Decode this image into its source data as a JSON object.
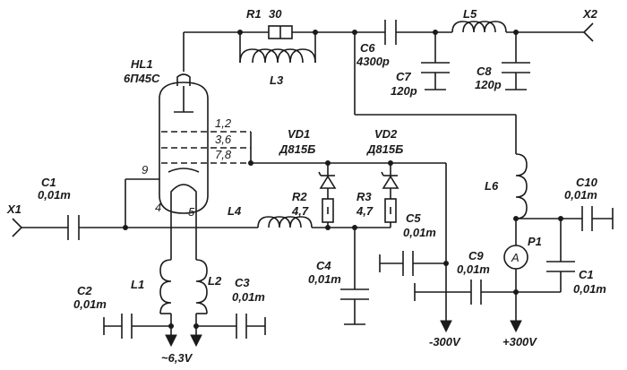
{
  "terminals": {
    "x1": "X1",
    "x2": "X2"
  },
  "tube": {
    "ref": "HL1",
    "type": "6П45С"
  },
  "pins": {
    "p12": "1,2",
    "p36": "3,6",
    "p78": "7,8",
    "p9": "9",
    "p4": "4",
    "p5": "5"
  },
  "r1": {
    "ref": "R1",
    "value": "30"
  },
  "r2": {
    "ref": "R2",
    "value": "4,7"
  },
  "r3": {
    "ref": "R3",
    "value": "4,7"
  },
  "l3": {
    "ref": "L3"
  },
  "l4": {
    "ref": "L4"
  },
  "l5": {
    "ref": "L5"
  },
  "l6": {
    "ref": "L6"
  },
  "l1": {
    "ref": "L1"
  },
  "l2": {
    "ref": "L2"
  },
  "c6": {
    "ref": "C6",
    "value": "4300p"
  },
  "c7": {
    "ref": "C7",
    "value": "120p"
  },
  "c8": {
    "ref": "C8",
    "value": "120p"
  },
  "c1a": {
    "ref": "C1",
    "value": "0,01m"
  },
  "c1b": {
    "ref": "C1",
    "value": "0,01m"
  },
  "c2": {
    "ref": "C2",
    "value": "0,01m"
  },
  "c3": {
    "ref": "C3",
    "value": "0,01m"
  },
  "c4": {
    "ref": "C4",
    "value": "0,01m"
  },
  "c5": {
    "ref": "C5",
    "value": "0,01m"
  },
  "c9": {
    "ref": "C9",
    "value": "0,01m"
  },
  "c10": {
    "ref": "C10",
    "value": "0,01m"
  },
  "vd1": {
    "ref": "VD1",
    "type": "Д815Б"
  },
  "vd2": {
    "ref": "VD2",
    "type": "Д815Б"
  },
  "p1": {
    "ref": "P1",
    "symbol": "A"
  },
  "supply": {
    "heater": "~6,3V",
    "neg": "-300V",
    "pos": "+300V"
  }
}
